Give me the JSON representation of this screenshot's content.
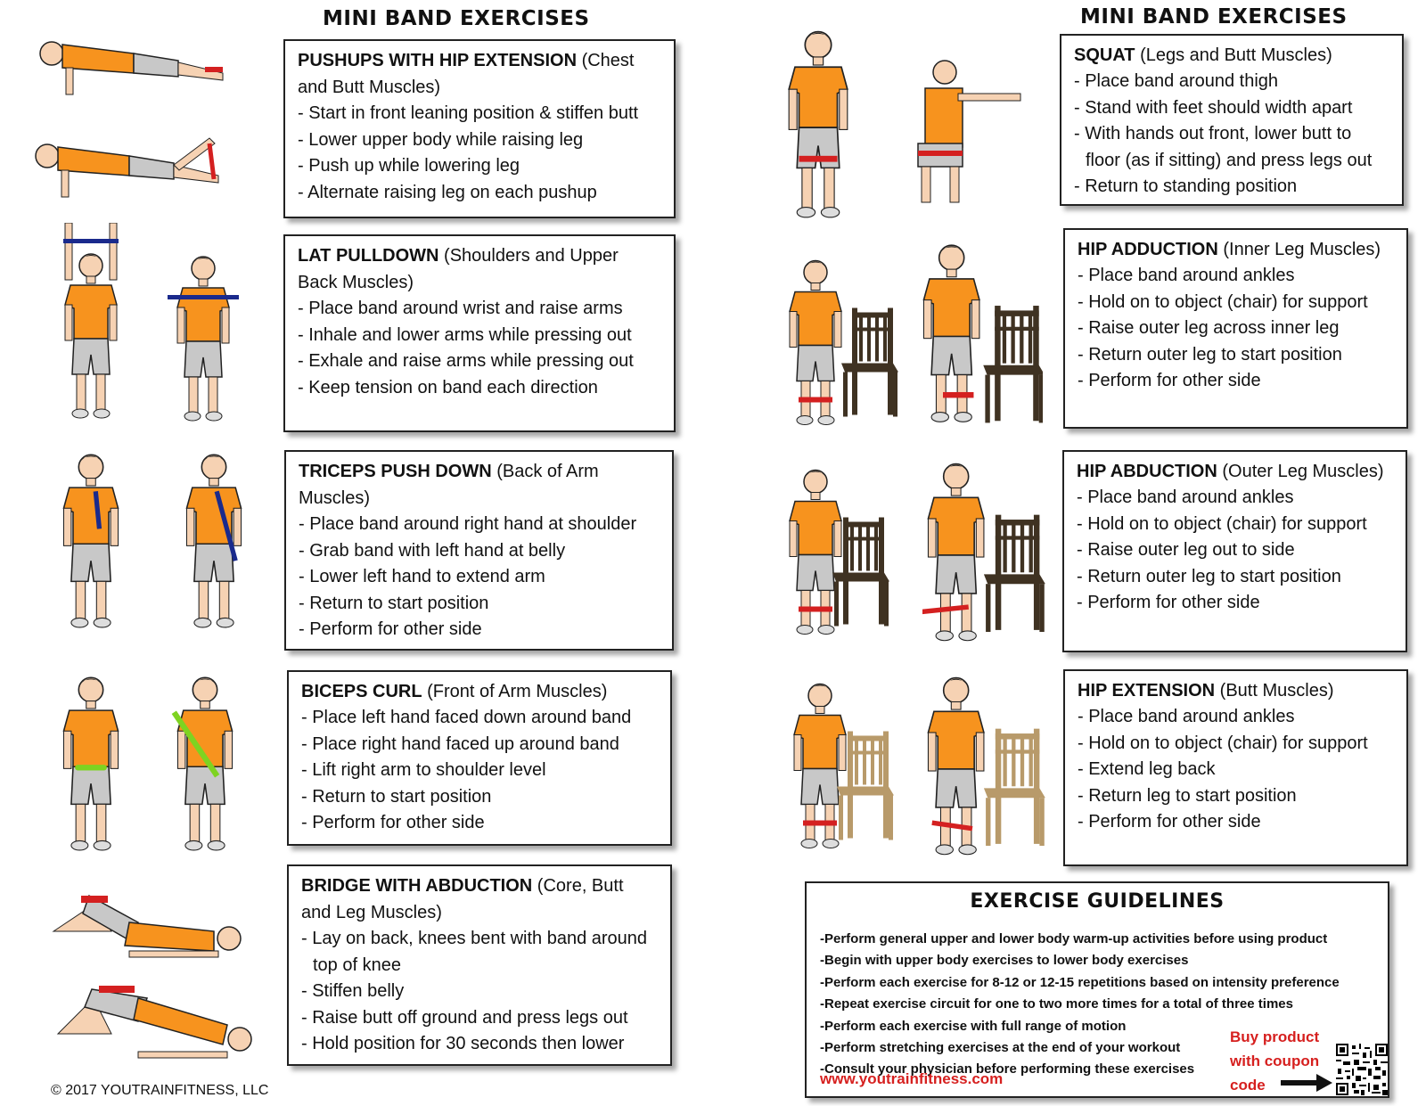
{
  "titles": {
    "left": "MINI BAND EXERCISES",
    "right": "MINI BAND EXERCISES"
  },
  "exercises": [
    {
      "name": "PUSHUPS WITH HIP EXTENSION",
      "muscles": " (Chest and Butt Muscles)",
      "steps": [
        "- Start in front leaning position & stiffen butt",
        "- Lower upper body while raising leg",
        "- Push up while lowering leg",
        "- Alternate raising leg on each pushup"
      ]
    },
    {
      "name": "LAT PULLDOWN",
      "muscles": " (Shoulders and Upper Back Muscles)",
      "steps": [
        "- Place band around wrist and raise arms",
        "- Inhale and lower arms while pressing out",
        "- Exhale and raise arms while pressing out",
        "- Keep tension on band each direction"
      ]
    },
    {
      "name": "TRICEPS PUSH DOWN",
      "muscles": " (Back of Arm Muscles)",
      "steps": [
        "- Place band around right hand at shoulder",
        "- Grab band with left hand at belly",
        "- Lower left hand to extend arm",
        "- Return to start position",
        "- Perform for other side"
      ]
    },
    {
      "name": "BICEPS CURL",
      "muscles": " (Front of Arm Muscles)",
      "steps": [
        "- Place left hand faced down around band",
        "- Place right hand faced up around band",
        "- Lift right arm to shoulder level",
        "- Return to start position",
        "- Perform for other side"
      ]
    },
    {
      "name": "BRIDGE WITH ABDUCTION",
      "muscles": " (Core, Butt and Leg Muscles)",
      "steps": [
        "- Lay on back, knees bent with band around top of knee",
        "- Stiffen belly",
        "- Raise butt off ground and press legs out",
        "- Hold position for 30 seconds then lower"
      ]
    },
    {
      "name": "SQUAT",
      "muscles": " (Legs and Butt Muscles)",
      "steps": [
        "- Place band around thigh",
        "- Stand with feet should width apart",
        "- With hands out front, lower butt to floor (as if sitting) and press legs out",
        "- Return to standing position"
      ]
    },
    {
      "name": "HIP ADDUCTION",
      "muscles": " (Inner Leg Muscles)",
      "steps": [
        "- Place band around ankles",
        "- Hold on to object (chair) for support",
        "- Raise outer leg across inner leg",
        "- Return outer leg to start position",
        "- Perform for other side"
      ]
    },
    {
      "name": "HIP ABDUCTION",
      "muscles": " (Outer Leg Muscles)",
      "steps": [
        "- Place band around ankles",
        "- Hold on to object (chair) for support",
        "- Raise outer leg out to side",
        "- Return outer leg to start position",
        "- Perform for other side"
      ]
    },
    {
      "name": "HIP EXTENSION",
      "muscles": " (Butt Muscles)",
      "steps": [
        "- Place band around ankles",
        "- Hold on to object (chair) for support",
        "- Extend leg back",
        "- Return leg to start position",
        "- Perform for other side"
      ]
    }
  ],
  "guidelines": {
    "title": "EXERCISE GUIDELINES",
    "items": [
      "-Perform general upper and lower body warm-up activities before using product",
      "-Begin with upper body exercises to lower body exercises",
      "-Perform each exercise for 8-12 or 12-15 repetitions based on intensity preference",
      "-Repeat exercise circuit for one to two more times for a total of three times",
      "-Perform each exercise with full range of motion",
      "-Perform stretching exercises at the end of your workout",
      "-Consult your physician before performing these exercises"
    ],
    "url": "www.youtrainfitness.com",
    "promo": "Buy product with coupon code"
  },
  "copyright": "© 2017 YOUTRAINFITNESS, LLC",
  "colors": {
    "shirt": "#f7931e",
    "shorts": "#c8c8c8",
    "band_red": "#d42020",
    "band_blue": "#1a2a8c",
    "band_green": "#7ed321",
    "chair_dark": "#3f3222",
    "chair_light": "#b89a6a",
    "promo_red": "#d6201f"
  },
  "icons": [
    "arrow-right-icon",
    "qr-code-icon"
  ]
}
